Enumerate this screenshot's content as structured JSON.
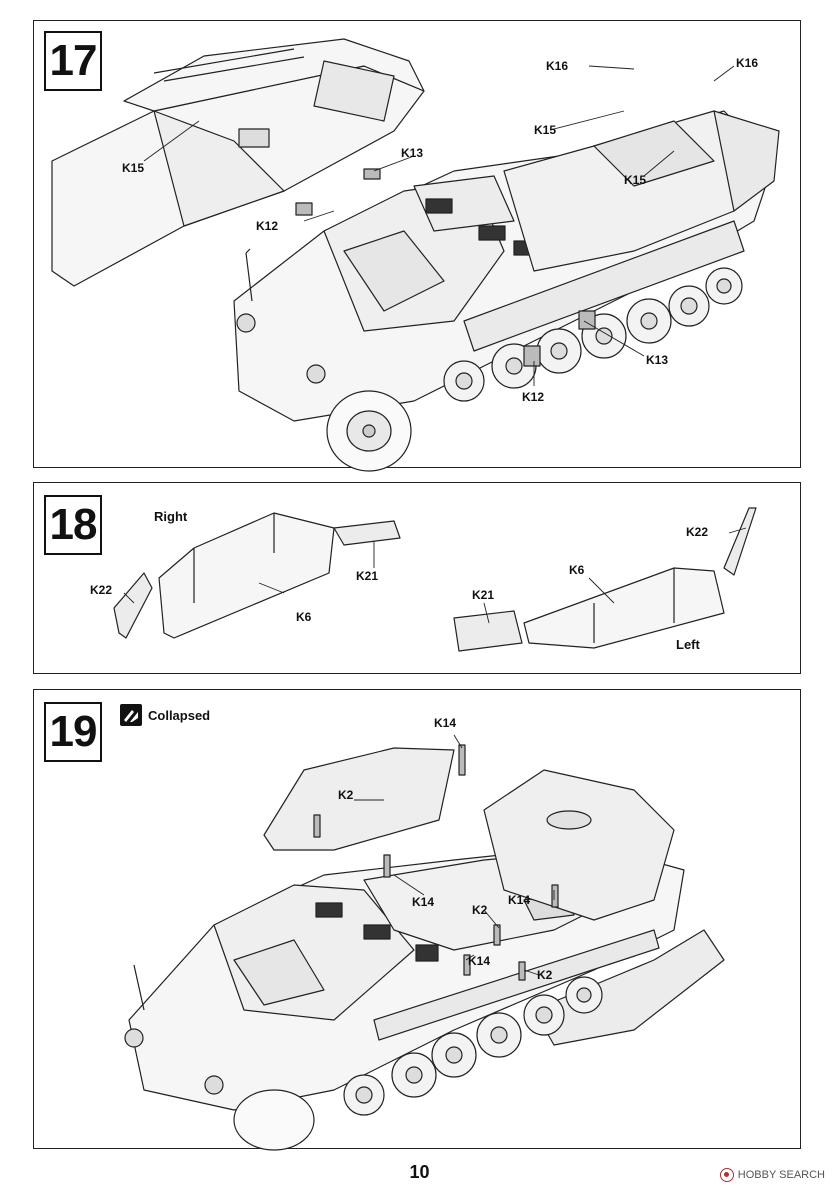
{
  "steps": [
    {
      "number": "17",
      "callouts": {
        "k16_left": "K16",
        "k16_right": "K16",
        "k15_a": "K15",
        "k15_b": "K15",
        "k15_c": "K15",
        "k13_top": "K13",
        "k13_bottom": "K13",
        "k12_left": "K12",
        "k12_bottom": "K12"
      }
    },
    {
      "number": "18",
      "right_label": "Right",
      "left_label": "Left",
      "callouts": {
        "k22_right": "K22",
        "k21_right": "K21",
        "k6_right": "K6",
        "k22_left": "K22",
        "k21_left": "K21",
        "k6_left": "K6"
      }
    },
    {
      "number": "19",
      "collapsed_label": "Collapsed",
      "callouts": {
        "k14_top": "K14",
        "k2_upper": "K2",
        "k14_mid": "K14",
        "k2_mid": "K2",
        "k14_right": "K14",
        "k14_lower": "K14",
        "k2_lower": "K2"
      }
    }
  ],
  "footer": {
    "page_number": "10",
    "watermark": "HOBBY SEARCH"
  },
  "colors": {
    "line": "#222222",
    "panel_fill": "#f4f4f4",
    "watermark_accent": "#aa3333"
  }
}
